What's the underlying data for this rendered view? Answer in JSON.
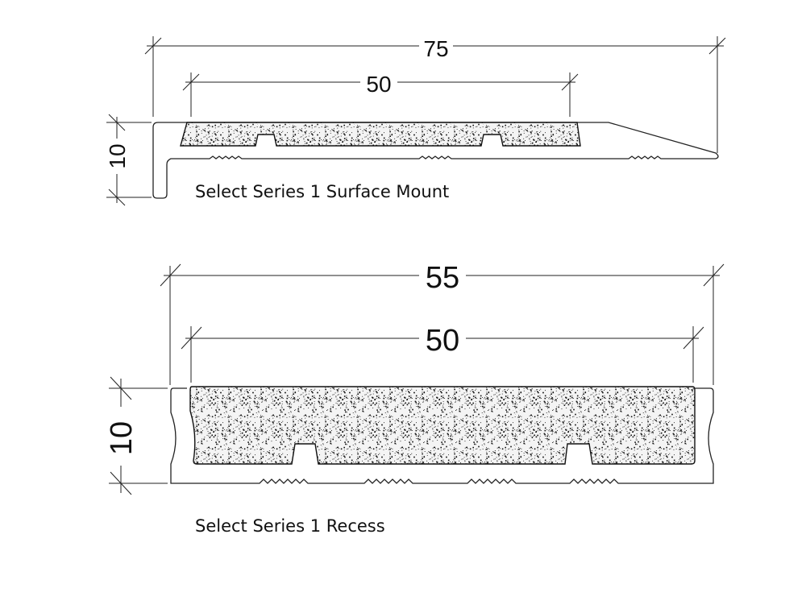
{
  "surface_mount": {
    "overall_width": "75",
    "insert_width": "50",
    "height": "10",
    "caption": "Select Series 1 Surface Mount"
  },
  "recess": {
    "overall_width": "55",
    "insert_width": "50",
    "height": "10",
    "caption": "Select Series 1 Recess"
  }
}
